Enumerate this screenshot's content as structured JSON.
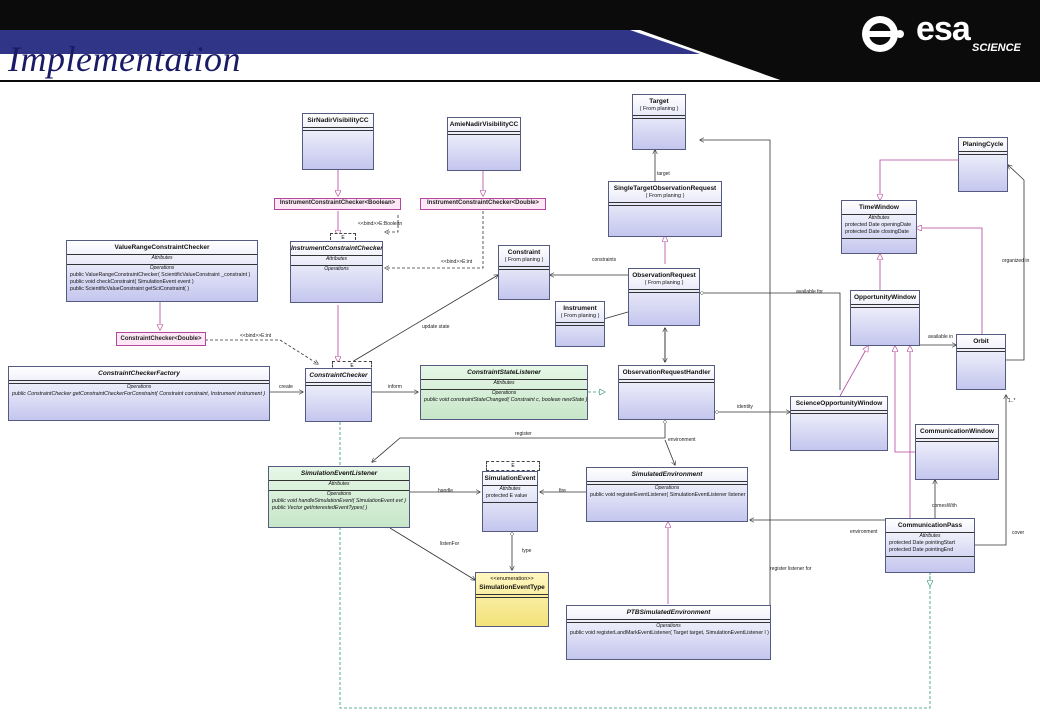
{
  "slide": {
    "title": "Implementation",
    "logo": {
      "word": "esa",
      "sub": "SCIENCE"
    }
  },
  "colors": {
    "banner": "#0b0b0b",
    "banner_band": "#1a1f7a",
    "class_fill": "#c4c6ee",
    "binding": "#b5469c",
    "green": "#c7e6c9",
    "yellow": "#f3e27a"
  },
  "classes": {
    "sirnadir": {
      "name": "SirNadirVisibilityCC"
    },
    "amienadir": {
      "name": "AmieNadirVisibilityCC"
    },
    "target": {
      "name": "Target",
      "note": "( From planing )"
    },
    "planingcycle": {
      "name": "PlaningCycle"
    },
    "singletarget": {
      "name": "SingleTargetObservationRequest",
      "note": "( From planing )"
    },
    "timewindow": {
      "name": "TimeWindow",
      "attr_hdr": "Attributes",
      "attrs": [
        "protected Date openingDate",
        "protected Date closingDate"
      ]
    },
    "valuerange": {
      "name": "ValueRangeConstraintChecker",
      "attr_hdr": "Attributes",
      "ops_hdr": "Operations",
      "ops": [
        "public ValueRangeConstraintChecker( ScientificValueConstraint _constraint )",
        "public void checkConstraint( SimulationEvent event )",
        "public ScientificValueConstraint getSciConstraint( )"
      ]
    },
    "instrumentcc": {
      "name": "InstrumentConstraintChecker",
      "attr_hdr": "Attributes",
      "ops_hdr": "Operations"
    },
    "constraint": {
      "name": "Constraint",
      "note": "( From planing )"
    },
    "observationrequest": {
      "name": "ObservationRequest",
      "note": "( From planing )"
    },
    "instrument": {
      "name": "Instrument",
      "note": "( From planing )"
    },
    "opportunitywindow": {
      "name": "OpportunityWindow"
    },
    "orbit": {
      "name": "Orbit"
    },
    "ccfactory": {
      "name": "ConstraintCheckerFactory",
      "ops_hdr": "Operations",
      "ops": [
        "public ConstraintChecker getConstraintCheckerForConstraint( Constraint constraint, Instrument instrument )"
      ]
    },
    "constraintchecker": {
      "name": "ConstraintChecker"
    },
    "cslistener": {
      "name": "ConstraintStateListener",
      "attr_hdr": "Attributes",
      "ops_hdr": "Operations",
      "ops": [
        "public void constraintStateChanged( Constraint c, boolean newState )"
      ]
    },
    "orhandler": {
      "name": "ObservationRequestHandler"
    },
    "sciopp": {
      "name": "ScienceOpportunityWindow"
    },
    "commwindow": {
      "name": "CommunicationWindow"
    },
    "simlistener": {
      "name": "SimulationEventListener",
      "attr_hdr": "Attributes",
      "ops_hdr": "Operations",
      "ops": [
        "public void handleSimulationEvent( SimulationEvent evt )",
        "public Vector getInterestedEventTypes( )"
      ]
    },
    "simevent": {
      "name": "SimulationEvent",
      "attr_hdr": "Attributes",
      "attrs": [
        "protected E value"
      ]
    },
    "simenv": {
      "name": "SimulatedEnvironment",
      "ops_hdr": "Operations",
      "ops": [
        "public void registerEventListener( SimulationEventListener listener )"
      ]
    },
    "commpass": {
      "name": "CommunicationPass",
      "attr_hdr": "Attributes",
      "attrs": [
        "protected Date pointingStart",
        "protected Date pointingEnd"
      ]
    },
    "simeventtype": {
      "stereotype": "<<enumeration>>",
      "name": "SimulationEventType"
    },
    "ptbsimenv": {
      "name": "PTBSimulatedEnvironment",
      "ops_hdr": "Operations",
      "ops": [
        "public void registerLandMarkEventListener( Target target, SimulationEventListener l )"
      ]
    }
  },
  "bindings": {
    "icc_bool": "InstrumentConstraintChecker<Boolean>",
    "icc_double": "InstrumentConstraintChecker<Double>",
    "cc_double": "ConstraintChecker<Double>"
  },
  "template_params": {
    "instrumentcc": "E",
    "constraintchecker": "E",
    "simevent": "E"
  },
  "labels": {
    "bind_bool": "<<bind>>E:Boolean",
    "bind_int1": "<<bind>>E:int",
    "bind_int2": "<<bind>>E:int",
    "target": "target",
    "constraints": "constraints",
    "available_for": "available for",
    "organized_in": "organized in",
    "available_in": "available in",
    "update_state": "update state",
    "create": "create",
    "inform": "inform",
    "identity": "identity",
    "register": "register",
    "environment1": "environment",
    "handle": "handle",
    "fire": "fire",
    "listen_for": "listenFor",
    "type": "type",
    "comes_with": "comesWith",
    "environment2": "environment",
    "cover": "cover",
    "register_listener_for": "register listener for",
    "mult": "1..*"
  }
}
